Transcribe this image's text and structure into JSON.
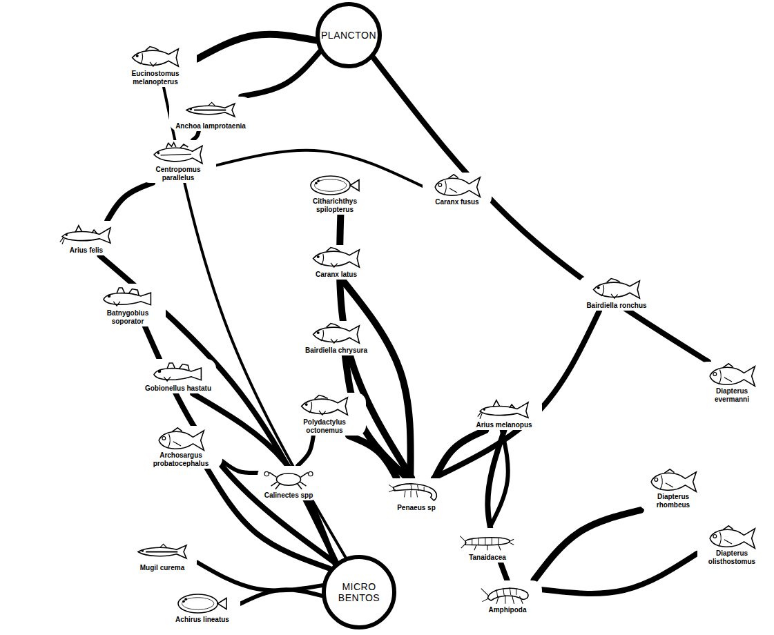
{
  "diagram": {
    "nodes": [
      {
        "text": [
          "PLANCTON"
        ]
      },
      {
        "text": [
          "Eucinostomus melanopterus"
        ]
      },
      {
        "text": [
          "Anchoa lamprotaenia"
        ]
      },
      {
        "text": [
          "Centropomus parallelus"
        ]
      },
      {
        "text": [
          "Citharichthys spilopterus"
        ]
      },
      {
        "text": [
          "Caranx fusus"
        ]
      },
      {
        "text": [
          "Arius felis"
        ]
      },
      {
        "text": [
          "Caranx latus"
        ]
      },
      {
        "text": [
          "Bairdiella ronchus"
        ]
      },
      {
        "text": [
          "Batnygobius soporator"
        ]
      },
      {
        "text": [
          "Bairdiella chrysura"
        ]
      },
      {
        "text": [
          "Gobionellus hastatu"
        ]
      },
      {
        "text": [
          "Arius melanopus"
        ]
      },
      {
        "text": [
          "Diapterus evermanni"
        ]
      },
      {
        "text": [
          "Polydactylus octonemus"
        ]
      },
      {
        "text": [
          "Archosargus probatocephalus"
        ]
      },
      {
        "text": [
          "Calinectes spp"
        ]
      },
      {
        "text": [
          "Penaeus sp"
        ]
      },
      {
        "text": [
          "Diapterus rhombeus"
        ]
      },
      {
        "text": [
          "Diapterus olisthostomus"
        ]
      },
      {
        "text": [
          "Tanaidacea"
        ]
      },
      {
        "text": [
          "Mugil curema"
        ]
      },
      {
        "text": [
          "MICRO BENTOS"
        ]
      },
      {
        "text": [
          "Amphipoda"
        ]
      },
      {
        "text": [
          "Achirus lineatus"
        ]
      }
    ],
    "edges": [
      {
        "from": 0,
        "to": 1,
        "arrow": "none"
      },
      {
        "from": 0,
        "to": 2,
        "arrow": "none"
      },
      {
        "from": 0,
        "to": 13,
        "arrow": "none"
      },
      {
        "from": 2,
        "to": 3,
        "arrow": "none"
      },
      {
        "from": 3,
        "to": 6,
        "arrow": "none"
      },
      {
        "from": 3,
        "to": 5,
        "arrow": "none"
      },
      {
        "from": 1,
        "to": 22,
        "arrow": "none"
      },
      {
        "from": 22,
        "to": 21,
        "arrow": "none"
      },
      {
        "from": 22,
        "to": 24,
        "arrow": "none"
      },
      {
        "from": 22,
        "to": 15,
        "arrow": "none"
      },
      {
        "from": 22,
        "to": 11,
        "arrow": "none"
      },
      {
        "from": 22,
        "to": 9,
        "arrow": "none"
      },
      {
        "from": 22,
        "to": 6,
        "arrow": "none"
      },
      {
        "from": 17,
        "to": 4,
        "arrow": "none"
      },
      {
        "from": 17,
        "to": 7,
        "arrow": "none"
      },
      {
        "from": 17,
        "to": 10,
        "arrow": "none"
      },
      {
        "from": 17,
        "to": 14,
        "arrow": "none"
      },
      {
        "from": 17,
        "to": 12,
        "arrow": "none"
      },
      {
        "from": 17,
        "to": 8,
        "arrow": "none"
      },
      {
        "from": 16,
        "to": 15,
        "arrow": "none"
      },
      {
        "from": 16,
        "to": 14,
        "arrow": "none"
      },
      {
        "from": 23,
        "to": 18,
        "arrow": "none"
      },
      {
        "from": 23,
        "to": 19,
        "arrow": "none"
      },
      {
        "from": 23,
        "to": 12,
        "arrow": "none"
      },
      {
        "from": 20,
        "to": 12,
        "arrow": "none"
      }
    ]
  }
}
